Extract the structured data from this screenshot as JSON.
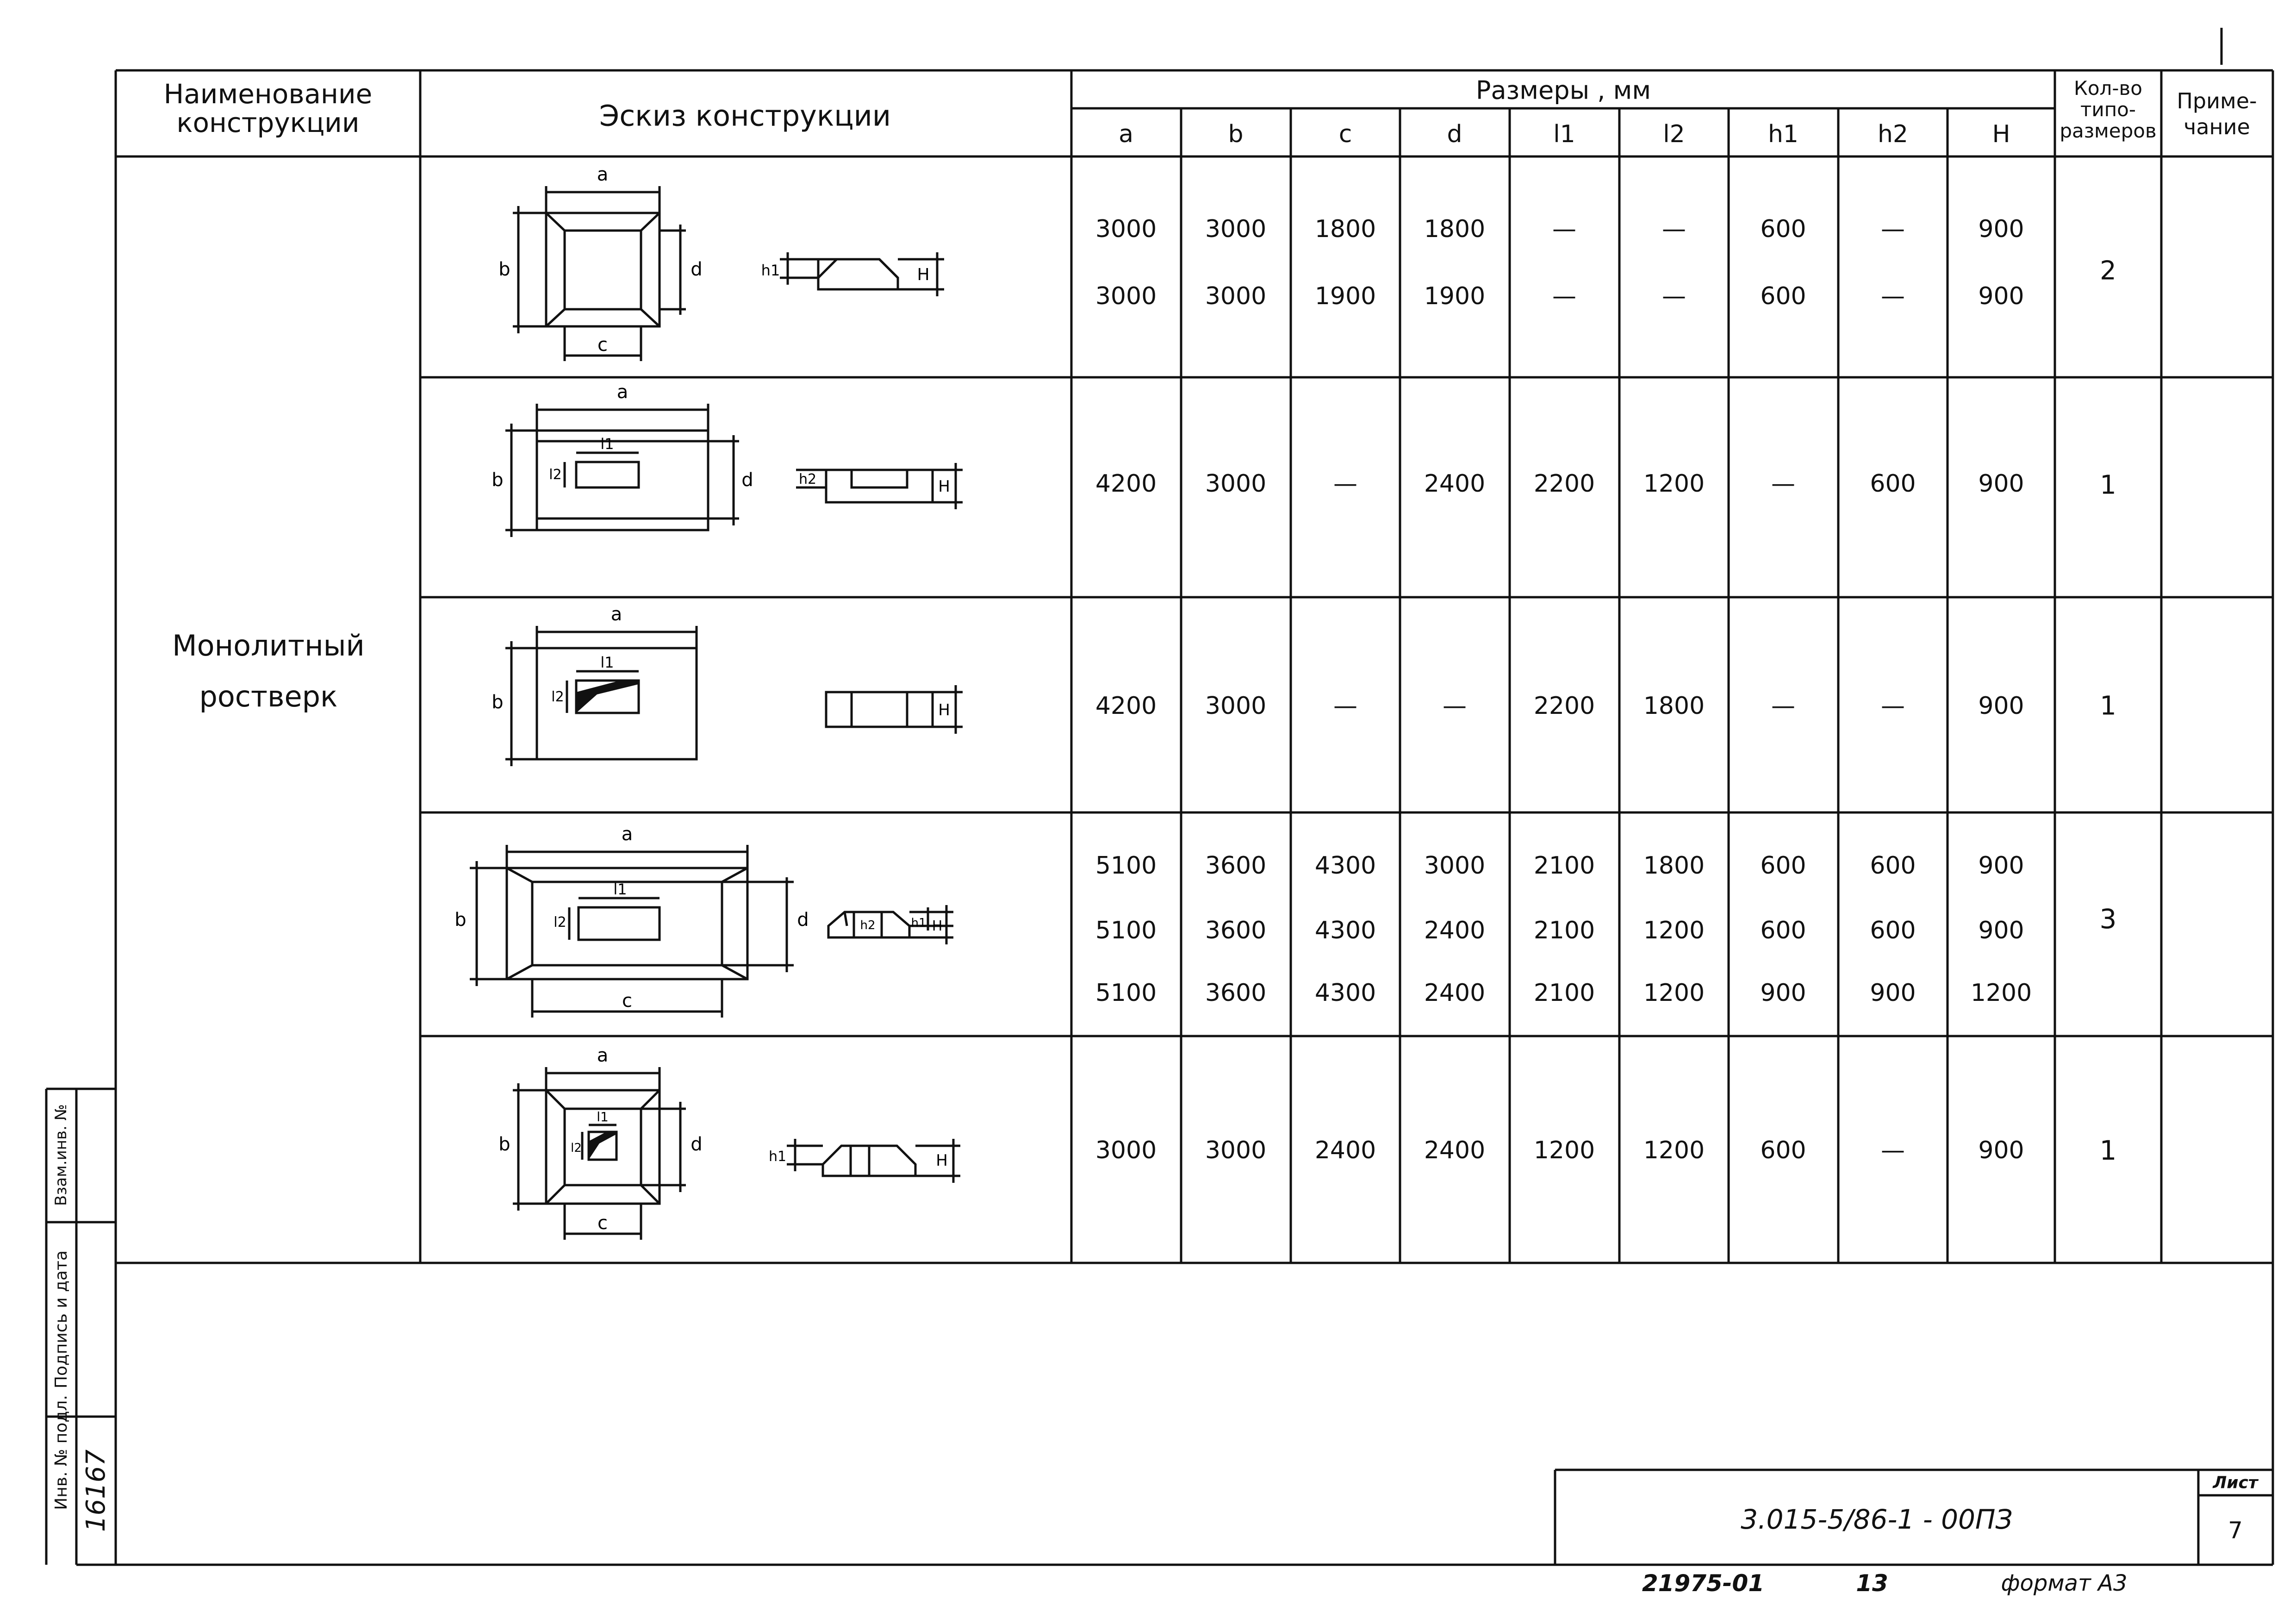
{
  "page_header": {
    "left_faded": "",
    "right_faded": "",
    "corner_mark": ""
  },
  "table": {
    "headers": {
      "name": "Наименование конструкции",
      "sketch": "Эскиз      конструкции",
      "dimensions": "Размеры , мм",
      "count": "Кол-во типо-размеров",
      "note": "Приме-чание"
    },
    "dim_columns": [
      "a",
      "b",
      "c",
      "d",
      "l1",
      "l2",
      "h1",
      "h2",
      "H"
    ],
    "construction_name": "Монолитный ростверк",
    "rows": [
      {
        "values": [
          [
            "3000",
            "3000",
            "1800",
            "1800",
            "—",
            "—",
            "600",
            "—",
            "900"
          ],
          [
            "3000",
            "3000",
            "1900",
            "1900",
            "—",
            "—",
            "600",
            "—",
            "900"
          ]
        ],
        "count": "2"
      },
      {
        "values": [
          [
            "4200",
            "3000",
            "—",
            "2400",
            "2200",
            "1200",
            "—",
            "600",
            "900"
          ]
        ],
        "count": "1"
      },
      {
        "values": [
          [
            "4200",
            "3000",
            "—",
            "—",
            "2200",
            "1800",
            "—",
            "—",
            "900"
          ]
        ],
        "count": "1"
      },
      {
        "values": [
          [
            "5100",
            "3600",
            "4300",
            "3000",
            "2100",
            "1800",
            "600",
            "600",
            "900"
          ],
          [
            "5100",
            "3600",
            "4300",
            "2400",
            "2100",
            "1200",
            "600",
            "600",
            "900"
          ],
          [
            "5100",
            "3600",
            "4300",
            "2400",
            "2100",
            "1200",
            "900",
            "900",
            "1200"
          ]
        ],
        "count": "3"
      },
      {
        "values": [
          [
            "3000",
            "3000",
            "2400",
            "2400",
            "1200",
            "1200",
            "600",
            "—",
            "900"
          ]
        ],
        "count": "1"
      }
    ]
  },
  "sketch_labels": {
    "a": "a",
    "b": "b",
    "c": "c",
    "d": "d",
    "l1": "l1",
    "l2": "l2",
    "h1": "h1",
    "h2": "h2",
    "H": "H"
  },
  "side_stamp": {
    "inv_no_label": "Инв. № подл.",
    "inv_no_value": "16167",
    "sign_date_label": "Подпись и дата",
    "replace_inv_label": "Взам.инв. №"
  },
  "title_block": {
    "document_code": "3.015-5/86-1 - 00ПЗ",
    "sheet_label": "Лист",
    "sheet_number": "7"
  },
  "footer": {
    "order_number": "21975-01",
    "page_number": "13",
    "format": "формат А3"
  }
}
